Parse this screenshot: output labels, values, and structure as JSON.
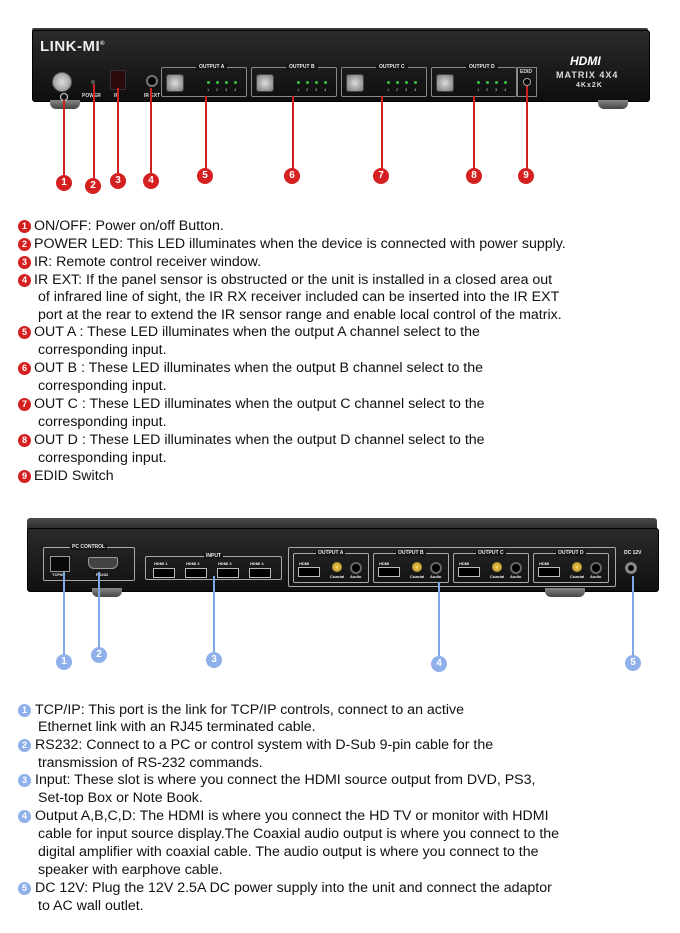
{
  "front_panel": {
    "brand": "LINK-MI",
    "brand_mark": "®",
    "power_label": "POWER",
    "ir_label": "IR",
    "ir_ext_label": "IR EXT",
    "outputs": [
      {
        "label": "OUTPUT A",
        "leds": [
          "1",
          "2",
          "3",
          "4"
        ]
      },
      {
        "label": "OUTPUT B",
        "leds": [
          "1",
          "2",
          "3",
          "4"
        ]
      },
      {
        "label": "OUTPUT C",
        "leds": [
          "1",
          "2",
          "3",
          "4"
        ]
      },
      {
        "label": "OUTPUT D",
        "leds": [
          "1",
          "2",
          "3",
          "4"
        ]
      }
    ],
    "edid_label": "EDID",
    "hdmi_logo": "HDMI",
    "model_line1": "MATRIX 4X4",
    "model_line2": "4Kx2K",
    "callouts": [
      "1",
      "2",
      "3",
      "4",
      "5",
      "6",
      "7",
      "8",
      "9"
    ]
  },
  "front_descriptions": [
    {
      "num": "1",
      "lines": [
        "ON/OFF: Power on/off Button."
      ]
    },
    {
      "num": "2",
      "lines": [
        "POWER LED: This LED illuminates when the device is connected with power supply."
      ]
    },
    {
      "num": "3",
      "lines": [
        "IR: Remote control receiver window."
      ]
    },
    {
      "num": "4",
      "lines": [
        "IR EXT: If the panel sensor is obstructed or the unit is installed in a closed area out",
        "of infrared line of sight, the IR RX receiver included can be inserted into the IR EXT",
        "port at the rear to extend the IR sensor range and enable local control of the matrix."
      ]
    },
    {
      "num": "5",
      "lines": [
        "OUT A : These LED illuminates when the output A channel select to the",
        "corresponding input."
      ]
    },
    {
      "num": "6",
      "lines": [
        "OUT B : These LED illuminates when the output B channel select to the",
        "corresponding input."
      ]
    },
    {
      "num": "7",
      "lines": [
        "OUT C : These LED illuminates when the output C channel select to the",
        "corresponding input."
      ]
    },
    {
      "num": "8",
      "lines": [
        "OUT D : These LED illuminates when the output D channel select to the",
        "corresponding input."
      ]
    },
    {
      "num": "9",
      "lines": [
        "EDID Switch"
      ]
    }
  ],
  "rear_panel": {
    "pc_control_label": "PC CONTROL",
    "tcpip_label": "TCP/IP",
    "rs232_label": "RS232",
    "input_label": "INPUT",
    "inputs": [
      "HDMI 1",
      "HDMI 2",
      "HDMI 3",
      "HDMI 4"
    ],
    "outputs": [
      {
        "label": "OUTPUT A",
        "ports": [
          "HDMI",
          "Coaxial",
          "Audio"
        ]
      },
      {
        "label": "OUTPUT B",
        "ports": [
          "HDMI",
          "Coaxial",
          "Audio"
        ]
      },
      {
        "label": "OUTPUT C",
        "ports": [
          "HDMI",
          "Coaxial",
          "Audio"
        ]
      },
      {
        "label": "OUTPUT D",
        "ports": [
          "HDMI",
          "Coaxial",
          "Audio"
        ]
      }
    ],
    "dc_label": "DC 12V",
    "callouts": [
      "1",
      "2",
      "3",
      "4",
      "5"
    ]
  },
  "rear_descriptions": [
    {
      "num": "1",
      "lines": [
        "TCP/IP: This port is the link for TCP/IP controls, connect to an active",
        "Ethernet link with an RJ45 terminated cable."
      ]
    },
    {
      "num": "2",
      "lines": [
        "RS232: Connect to a PC or control system with D-Sub 9-pin cable for the",
        "transmission of RS-232 commands."
      ]
    },
    {
      "num": "3",
      "lines": [
        "Input: These slot is where you connect the HDMI source output from DVD, PS3,",
        "Set-top Box or Note Book."
      ]
    },
    {
      "num": "4",
      "lines": [
        "Output A,B,C,D: The HDMI is where you connect the HD TV or monitor with HDMI",
        "cable for input source display.The Coaxial audio output is where you connect to the",
        "digital amplifier with coaxial cable. The audio output is where you connect to the",
        "speaker with earphove cable."
      ]
    },
    {
      "num": "5",
      "lines": [
        "DC 12V: Plug the 12V 2.5A DC power supply into the unit and connect the adaptor",
        "to AC wall outlet."
      ]
    }
  ]
}
